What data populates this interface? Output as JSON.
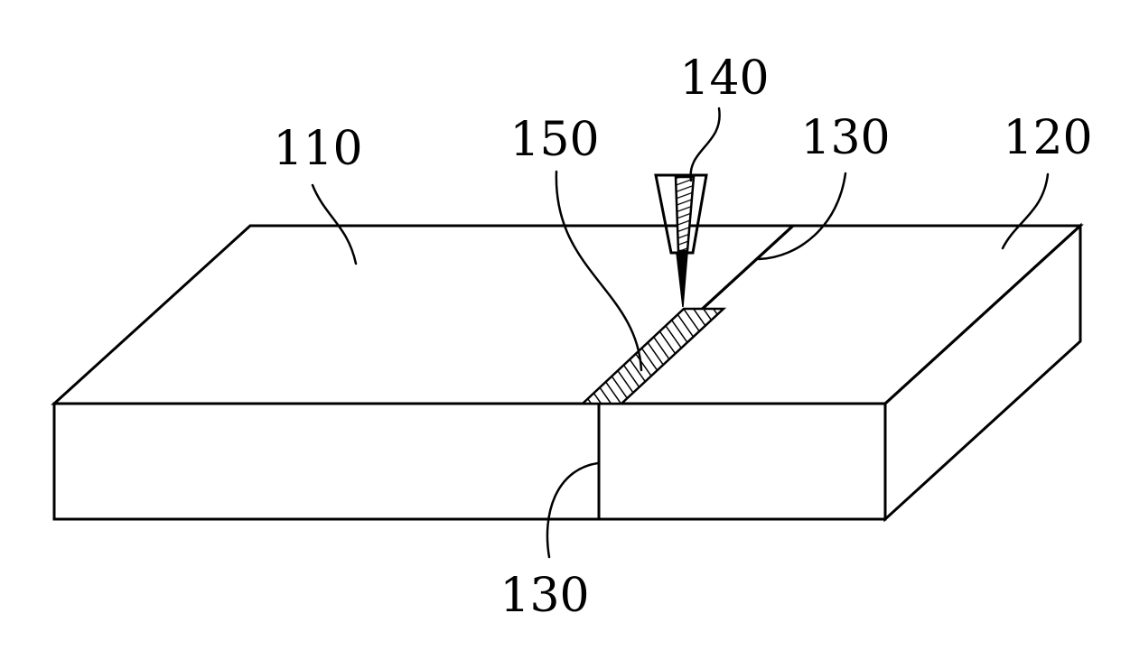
{
  "figure": {
    "labels": {
      "first_workpiece": "110",
      "second_workpiece": "120",
      "seam_top": "130",
      "seam_front": "130",
      "nozzle": "140",
      "bead": "150"
    },
    "colors": {
      "line": "#000000",
      "background": "#ffffff"
    }
  }
}
